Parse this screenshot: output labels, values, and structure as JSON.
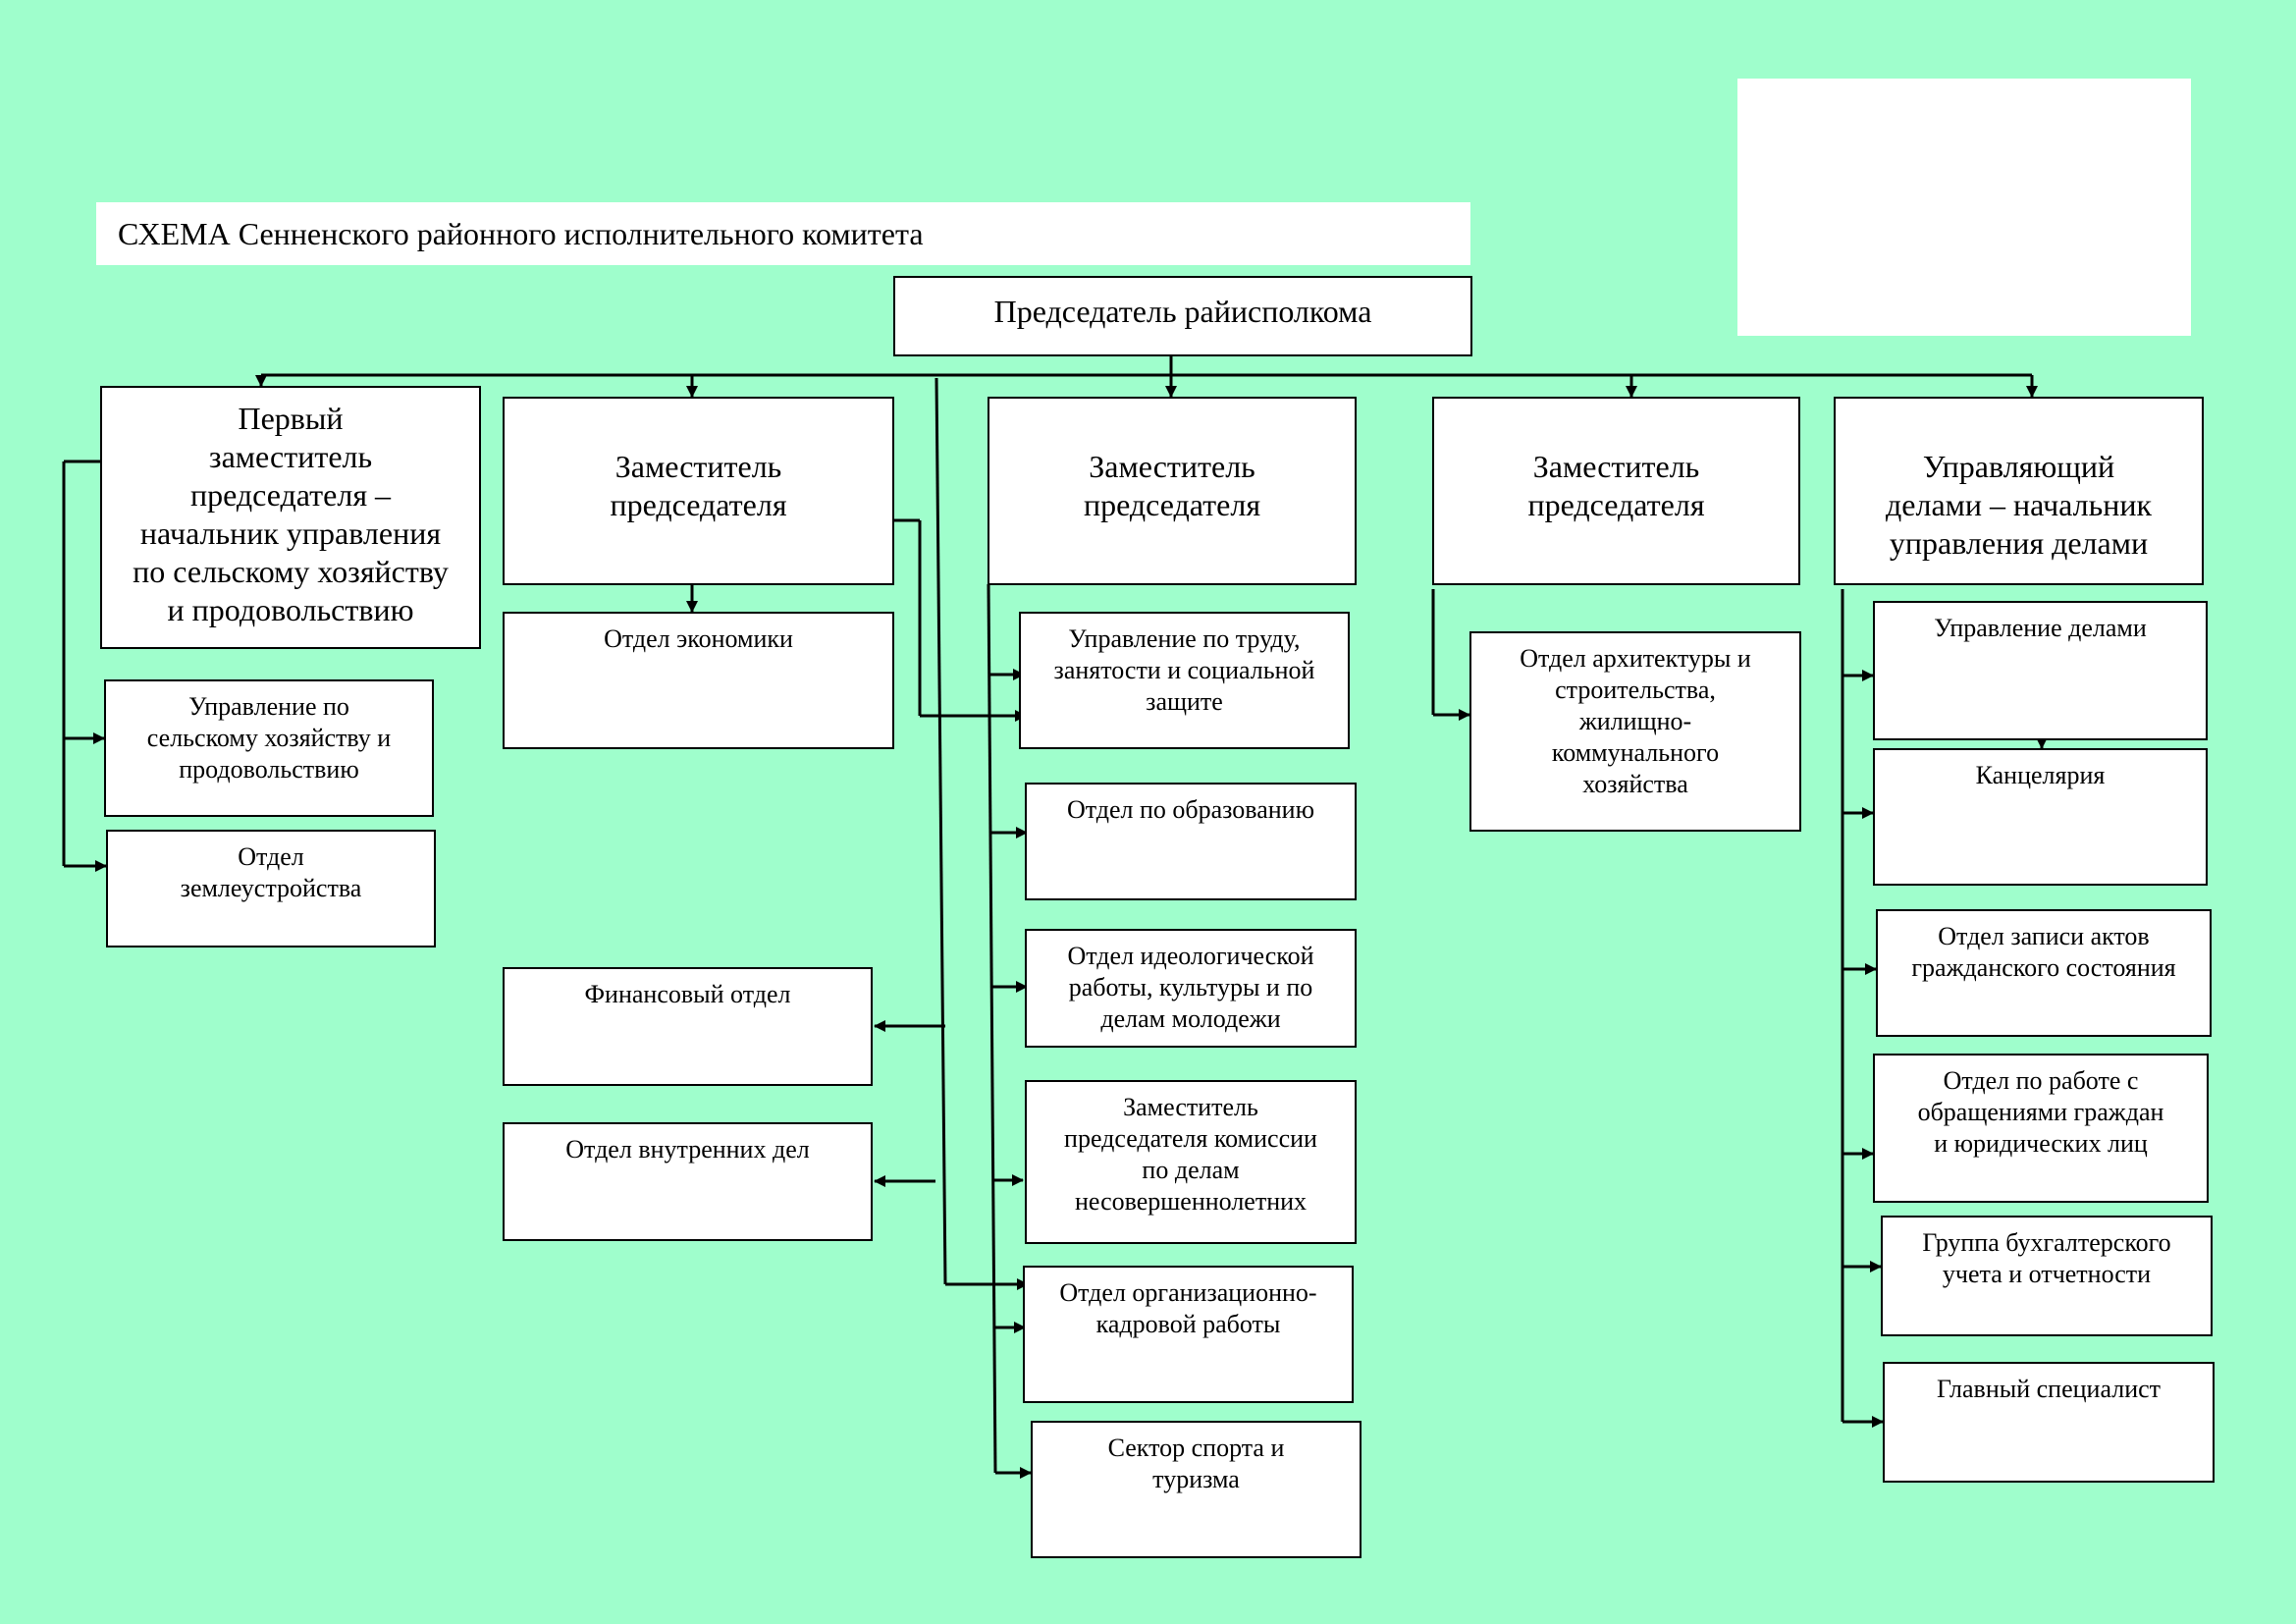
{
  "title": "СХЕМА Сенненского районного исполнительного комитета",
  "chair": "Председатель райисполкома",
  "deputies": {
    "first": "Первый\nзаместитель\nпредседателя –\nначальник управления\nпо сельскому хозяйству\nи продовольствию",
    "d2": "Заместитель\nпредседателя",
    "d3": "Заместитель\nпредседателя",
    "d4": "Заместитель\nпредседателя",
    "manager": "Управляющий\nделами – начальник\nуправления делами"
  },
  "departments": {
    "agri": "Управление по\nсельскому хозяйству и\nпродовольствию",
    "land": "Отдел\nземлеустройства",
    "economy": "Отдел экономики",
    "finance": "Финансовый отдел",
    "internal": "Отдел внутренних дел",
    "labor": "Управление по труду,\nзанятости и социальной\nзащите",
    "education": "Отдел по образованию",
    "ideology": "Отдел идеологической\nработы, культуры и по\nделам молодежи",
    "minors": "Заместитель\nпредседателя комиссии\nпо делам\nнесовершеннолетних",
    "personnel": "Отдел организационно-\nкадровой работы",
    "sport": "Сектор спорта и\nтуризма",
    "architecture": "Отдел архитектуры и\nстроительства,\nжилищно-\nкоммунального\nхозяйства",
    "affairs": "Управление делами",
    "office": "Канцелярия",
    "registry": "Отдел записи актов\nгражданского состояния",
    "appeals": "Отдел по работе с\nобращениями  граждан\nи  юридических  лиц",
    "accounting": "Группа бухгалтерского\nучета и отчетности",
    "specialist": "Главный специалист"
  }
}
